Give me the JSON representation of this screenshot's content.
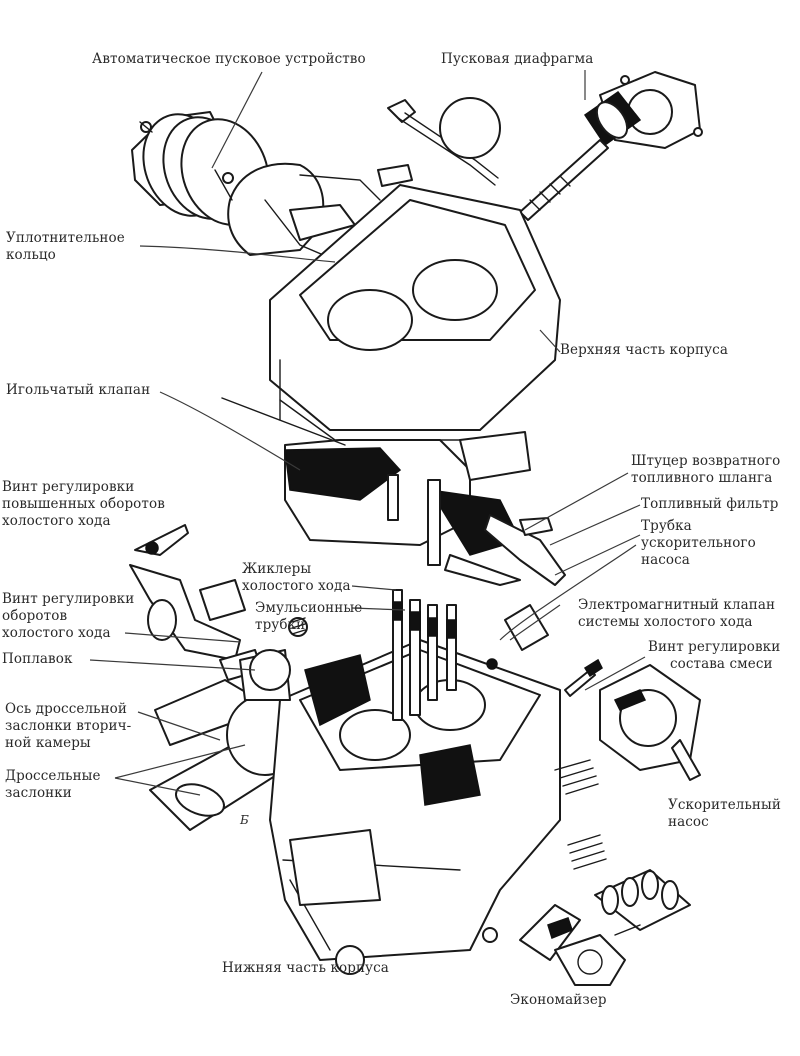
{
  "diagram": {
    "title": "Exploded view of carburetor",
    "labels": {
      "auto_starter": "Автоматическое пусковое устройство",
      "start_diaphragm": "Пусковая диафрагма",
      "seal_ring": "Уплотнительное\nкольцо",
      "upper_body": "Верхняя часть корпуса",
      "needle_valve": "Игольчатый клапан",
      "return_fitting": "Штуцер возвратного\nтопливного шланга",
      "fuel_filter": "Топливный фильтр",
      "pump_tube": "Трубка\nускорительного\nнасоса",
      "fast_idle_screw": "Винт регулировки\nповышенных оборотов\nхолостого хода",
      "idle_jets": "Жиклеры\nхолостого хода",
      "emulsion_tubes": "Эмульсионные\nтрубки",
      "idle_speed_screw": "Винт регулировки\nоборотов\nхолостого хода",
      "float": "Поплавок",
      "solenoid_valve": "Электромагнитный клапан\nсистемы холостого хода",
      "mixture_screw": "Винт регулировки\n     состава смеси",
      "throttle_axis": "Ось дроссельной\nзаслонки вторич-\nной камеры",
      "throttle_valves": "Дроссельные\nзаслонки",
      "accel_pump": "Ускорительный\nнасос",
      "lower_body": "Нижняя часть корпуса",
      "economizer": "Экономайзер",
      "mark_b": "Б"
    }
  }
}
